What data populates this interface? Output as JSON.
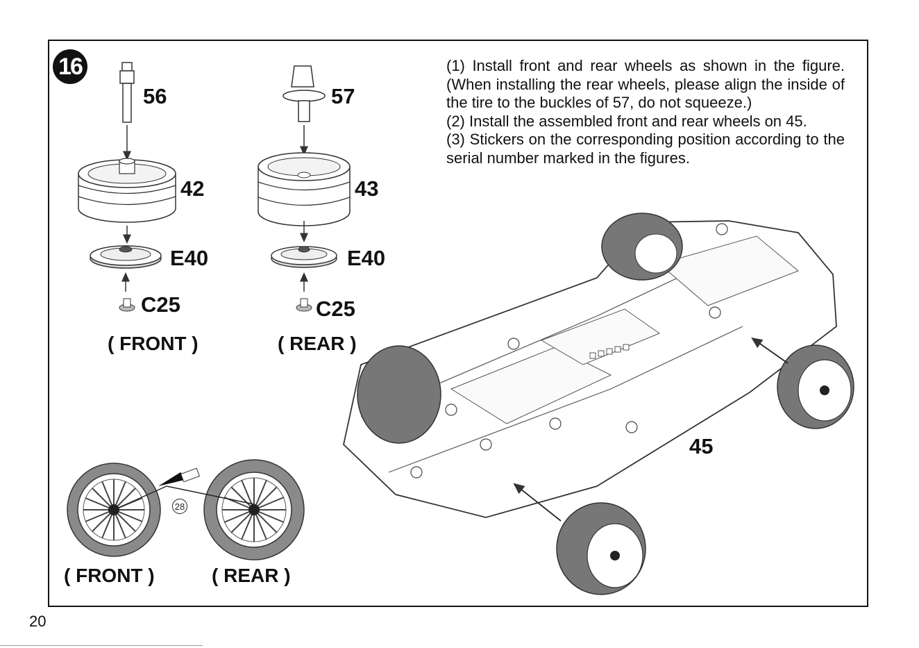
{
  "page": {
    "number": "20"
  },
  "step": {
    "number": "16"
  },
  "instructions": [
    "(1) Install front and rear wheels as shown in the figure.(When installing the rear wheels, please align the inside of the tire to the buckles of 57, do not squeeze.)",
    "(2) Install the assembled front and rear wheels on 45.",
    "(3) Stickers on the corresponding position according to the serial number marked in the figures."
  ],
  "parts": {
    "front_axle": "56",
    "rear_axle": "57",
    "front_tire": "42",
    "rear_tire": "43",
    "front_rim": "E40",
    "rear_rim": "E40",
    "front_cap": "C25",
    "rear_cap": "C25",
    "chassis": "45",
    "sticker": "28"
  },
  "captions": {
    "front_top": "( FRONT )",
    "rear_top": "( REAR )",
    "front_bottom": "( FRONT )",
    "rear_bottom": "( REAR )"
  },
  "icons": {
    "arrow": "down-arrow-icon",
    "step": "step-number-badge"
  }
}
